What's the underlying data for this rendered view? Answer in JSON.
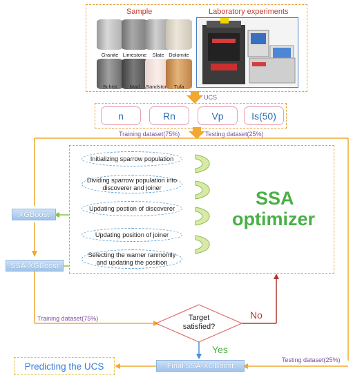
{
  "sample": {
    "title": "Sample",
    "rocks": [
      {
        "name": "Granite"
      },
      {
        "name": "Limestone"
      },
      {
        "name": "Slate"
      },
      {
        "name": "Dolomite"
      },
      {
        "name": "Schist"
      },
      {
        "name": "Marl"
      },
      {
        "name": "Sandstone"
      },
      {
        "name": "Tufa"
      }
    ]
  },
  "lab": {
    "title": "Laboratory experiments"
  },
  "ucs_label": "UCS",
  "params": [
    "n",
    "Rn",
    "Vp",
    "Is(50)"
  ],
  "training_dataset_top": "Training dataset(75%)",
  "testing_dataset_top": "Testing dataset(25%)",
  "ssa_steps": [
    "Initializing sparrow population",
    "Dividing sparrow population into discoverer and joiner",
    "Updating postion of discoverer",
    "Updating position of joiner",
    "Selecting the warner ranmomly and updating the position"
  ],
  "ssa_title_line1": "SSA",
  "ssa_title_line2": "optimizer",
  "xgboost": "XGBoost",
  "ssa_xgboost": "SSA-XGBoost",
  "training_dataset_bottom": "Training dataset(75%)",
  "decision": {
    "line1": "Target",
    "line2": "satisfied?"
  },
  "no_label": "No",
  "yes_label": "Yes",
  "final": "Final SSA-XGBoost",
  "testing_dataset_bottom": "Testing dataset(25%)",
  "predicting": "Predicting the UCS",
  "colors": {
    "orange": "#e6a23c",
    "green": "#49b045",
    "purple": "#7b4fa0",
    "blue_text": "#2a6db2",
    "red": "#c0392b"
  }
}
